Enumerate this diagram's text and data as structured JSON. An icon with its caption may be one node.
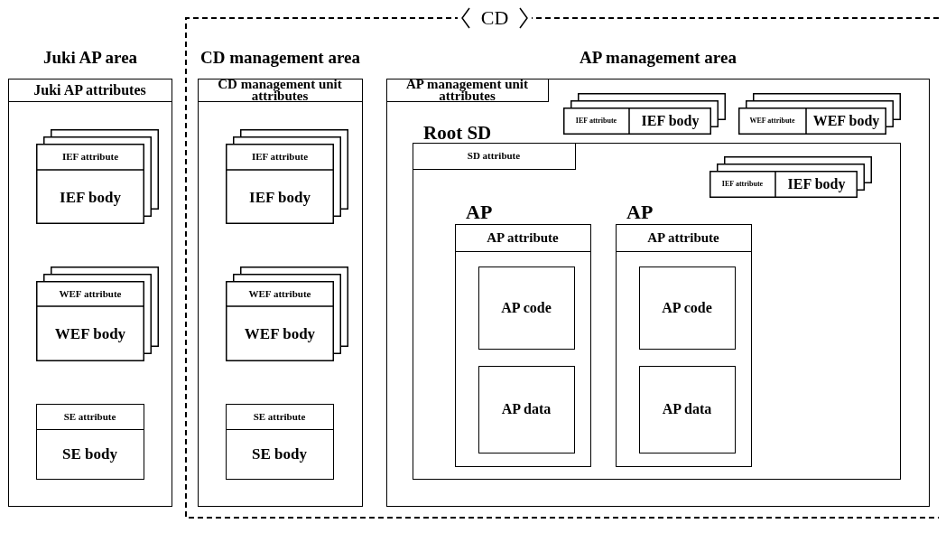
{
  "diagram": {
    "nodes": [
      {
        "text": [
          "Juki AP area"
        ]
      },
      {
        "text": [
          "Juki AP attributes"
        ],
        "in": 0
      },
      {
        "text": [
          "IEF attribute",
          "IEF body"
        ],
        "in": 0
      },
      {
        "text": [
          "WEF attribute",
          "WEF body"
        ],
        "in": 0
      },
      {
        "text": [
          "SE attribute",
          "SE body"
        ],
        "in": 0
      },
      {
        "text": [
          "CD"
        ]
      },
      {
        "text": [
          "CD management area"
        ],
        "in": 5
      },
      {
        "text": [
          "CD management unit attributes"
        ],
        "in": 6
      },
      {
        "text": [
          "IEF attribute",
          "IEF body"
        ],
        "in": 6
      },
      {
        "text": [
          "WEF attribute",
          "WEF body"
        ],
        "in": 6
      },
      {
        "text": [
          "SE attribute",
          "SE body"
        ],
        "in": 6
      },
      {
        "text": [
          "AP management area"
        ],
        "in": 5
      },
      {
        "text": [
          "AP management unit attributes"
        ],
        "in": 11
      },
      {
        "text": [
          "IEF attribute",
          "IEF body"
        ],
        "in": 11
      },
      {
        "text": [
          "WEF attribute",
          "WEF body"
        ],
        "in": 11
      },
      {
        "text": [
          "Root SD"
        ],
        "in": 11
      },
      {
        "text": [
          "SD attribute"
        ],
        "in": 15
      },
      {
        "text": [
          "IEF attribute",
          "IEF body"
        ],
        "in": 15
      },
      {
        "text": [
          "AP"
        ],
        "in": 15
      },
      {
        "text": [
          "AP attribute"
        ],
        "in": 18
      },
      {
        "text": [
          "AP code"
        ],
        "in": 18
      },
      {
        "text": [
          "AP data"
        ],
        "in": 18
      },
      {
        "text": [
          "AP"
        ],
        "in": 15
      },
      {
        "text": [
          "AP attribute"
        ],
        "in": 22
      },
      {
        "text": [
          "AP code"
        ],
        "in": 22
      },
      {
        "text": [
          "AP data"
        ],
        "in": 22
      }
    ],
    "edges": []
  }
}
